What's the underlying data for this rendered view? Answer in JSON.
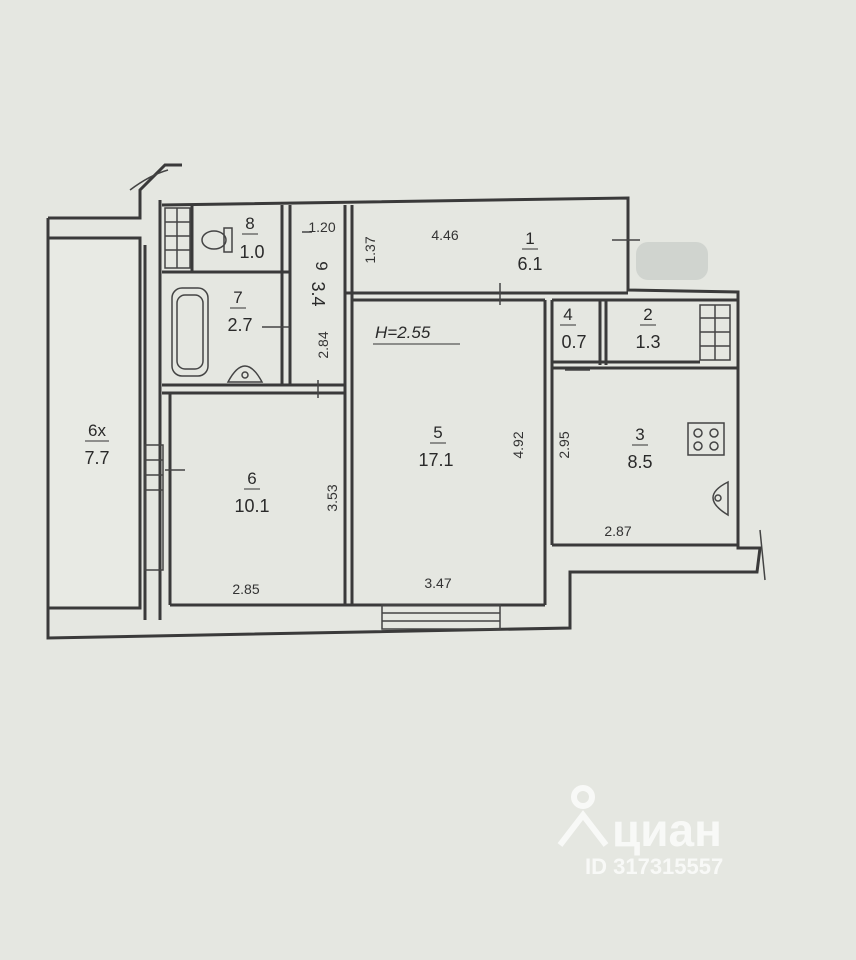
{
  "height_label": "H=2.55",
  "rooms": [
    {
      "id": "r1",
      "number": "1",
      "area": "6.1"
    },
    {
      "id": "r2",
      "number": "2",
      "area": "1.3"
    },
    {
      "id": "r3",
      "number": "3",
      "area": "8.5"
    },
    {
      "id": "r4",
      "number": "4",
      "area": "0.7"
    },
    {
      "id": "r5",
      "number": "5",
      "area": "17.1"
    },
    {
      "id": "r6",
      "number": "6",
      "area": "10.1"
    },
    {
      "id": "r6x",
      "number": "6x",
      "area": "7.7"
    },
    {
      "id": "r7",
      "number": "7",
      "area": "2.7"
    },
    {
      "id": "r8",
      "number": "8",
      "area": "1.0"
    },
    {
      "id": "r9",
      "number": "9",
      "area": "3.4"
    }
  ],
  "dimensions": [
    "1.20",
    "1.37",
    "4.46",
    "2.84",
    "4.92",
    "2.95",
    "3.53",
    "2.87",
    "2.85",
    "3.47"
  ],
  "watermark": {
    "brand": "циан",
    "id": "ID 317315557"
  },
  "colors": {
    "background": "#e5e7e1",
    "lines": "#3a3a3a",
    "watermark": "#ffffff"
  }
}
